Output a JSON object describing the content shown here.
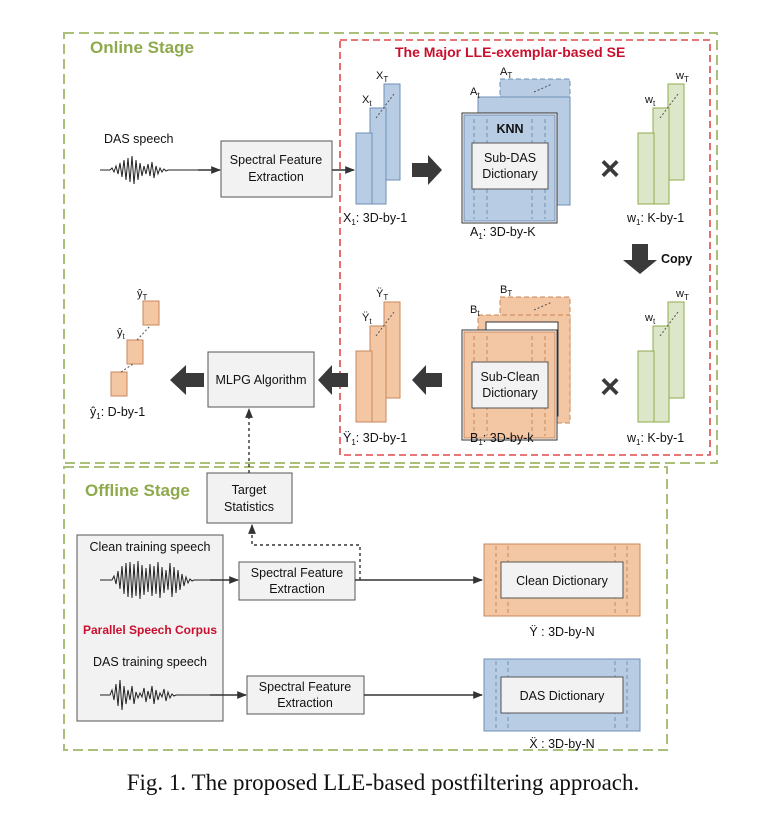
{
  "online": {
    "stage_label": "Online Stage",
    "lle_title": "The Major LLE-exemplar-based SE",
    "das_speech": "DAS speech",
    "sfe_line1": "Spectral Feature",
    "sfe_line2": "Extraction",
    "x_T": "X",
    "x_t": "X",
    "x_1": "X",
    "x_1_dim": ": 3D-by-1",
    "A_T": "A",
    "A_t": "A",
    "A_1": "A",
    "A_1_dim": ": 3D-by-K",
    "knn": "KNN",
    "sub_das_1": "Sub-DAS",
    "sub_das_2": "Dictionary",
    "w_T": "w",
    "w_t": "w",
    "w_1": "w",
    "w_1_dim": ": K-by-1",
    "copy": "Copy",
    "B_T": "B",
    "B_t": "B",
    "B_1": "B",
    "B_1_dim": ": 3D-by-k",
    "sub_clean_1": "Sub-Clean",
    "sub_clean_2": "Dictionary",
    "y_T": "Ÿ",
    "y_t": "Ÿ",
    "y_1": "Ÿ",
    "y_1_dim": ": 3D-by-1",
    "mlpg": "MLPG Algorithm",
    "yhat_T": "ŷ",
    "yhat_t": "ŷ",
    "yhat_1": "ŷ",
    "yhat_1_dim": ": D-by-1",
    "sub_T": "T",
    "sub_t": "t",
    "sub_1": "1"
  },
  "offline": {
    "stage_label": "Offline Stage",
    "target_1": "Target",
    "target_2": "Statistics",
    "clean_training": "Clean training speech",
    "parallel": "Parallel Speech Corpus",
    "das_training": "DAS training speech",
    "sfe_line1": "Spectral Feature",
    "sfe_line2": "Extraction",
    "clean_dict": "Clean Dictionary",
    "clean_dict_dim": "Ÿ : 3D-by-N",
    "das_dict": "DAS Dictionary",
    "das_dict_dim": "Ẍ : 3D-by-N"
  },
  "caption": "Fig. 1. The proposed LLE-based postfiltering approach.",
  "colors": {
    "blue": "#b8cce4",
    "blue_dark": "#6f8fb6",
    "green": "#dce6c8",
    "green_dark": "#8faa4c",
    "orange": "#f4c7a4",
    "orange_dark": "#c9875a",
    "red": "#c8102e",
    "stage_border": "#a9bf7a"
  }
}
